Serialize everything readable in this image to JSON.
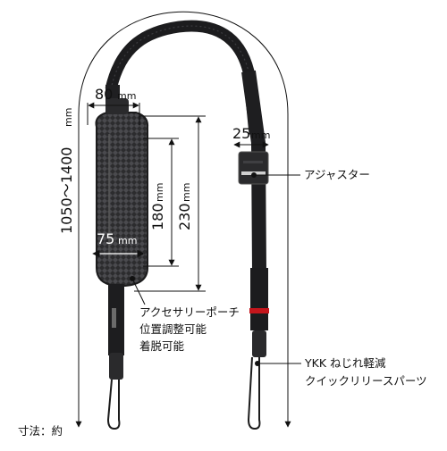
{
  "dimensions": {
    "overall_length": "1050〜1400",
    "overall_length_unit": "mm",
    "pouch_top_width": "80",
    "pouch_top_width_unit": "mm",
    "pouch_inner_width": "75",
    "pouch_inner_width_unit": "mm",
    "strap_width": "25",
    "strap_width_unit": "mm",
    "pouch_height_a": "180",
    "pouch_height_a_unit": "mm",
    "pouch_height_b": "230",
    "pouch_height_b_unit": "mm"
  },
  "labels": {
    "adjuster": "アジャスター",
    "pouch_line1": "アクセサリーポーチ",
    "pouch_line2": "位置調整可能",
    "pouch_line3": "着脱可能",
    "clip_line1": "YKK ねじれ軽減",
    "clip_line2": "クイックリリースパーツ"
  },
  "footer": {
    "dimension_note": "寸法：約"
  }
}
